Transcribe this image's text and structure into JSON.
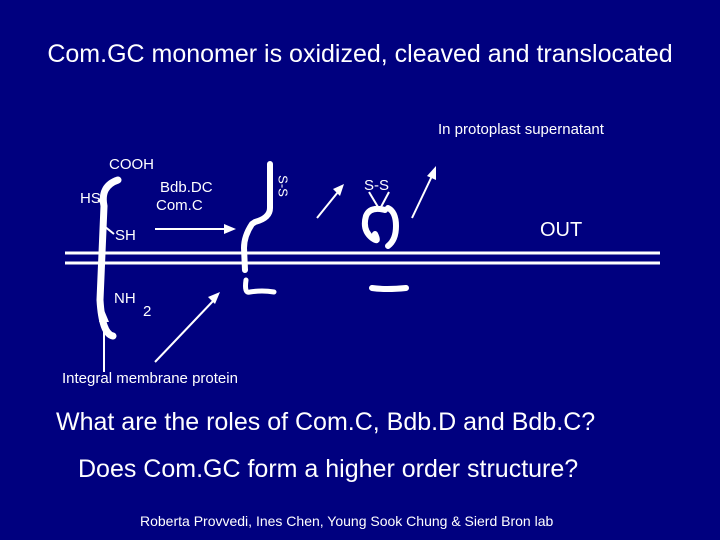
{
  "title": "Com.GC monomer is oxidized, cleaved and translocated",
  "labels": {
    "supernatant": "In protoplast supernatant",
    "cooh": "COOH",
    "hs": "HS",
    "bdbdc": "Bdb.DC",
    "comc": "Com.C",
    "sh": "SH",
    "nh": "NH",
    "nh_sub": "2",
    "ss_rotated": "S-S",
    "ss_right": "S-S",
    "out": "OUT",
    "membrane_protein": "Integral membrane protein"
  },
  "questions": {
    "q1": "What are the roles of Com.C, Bdb.D and Bdb.C?",
    "q2": "Does Com.GC form a higher order structure?"
  },
  "credit": "Roberta Provvedi, Ines Chen, Young Sook Chung & Sierd Bron lab",
  "colors": {
    "background": "#00007f",
    "text": "#ffffff",
    "lines": "#ffffff"
  }
}
